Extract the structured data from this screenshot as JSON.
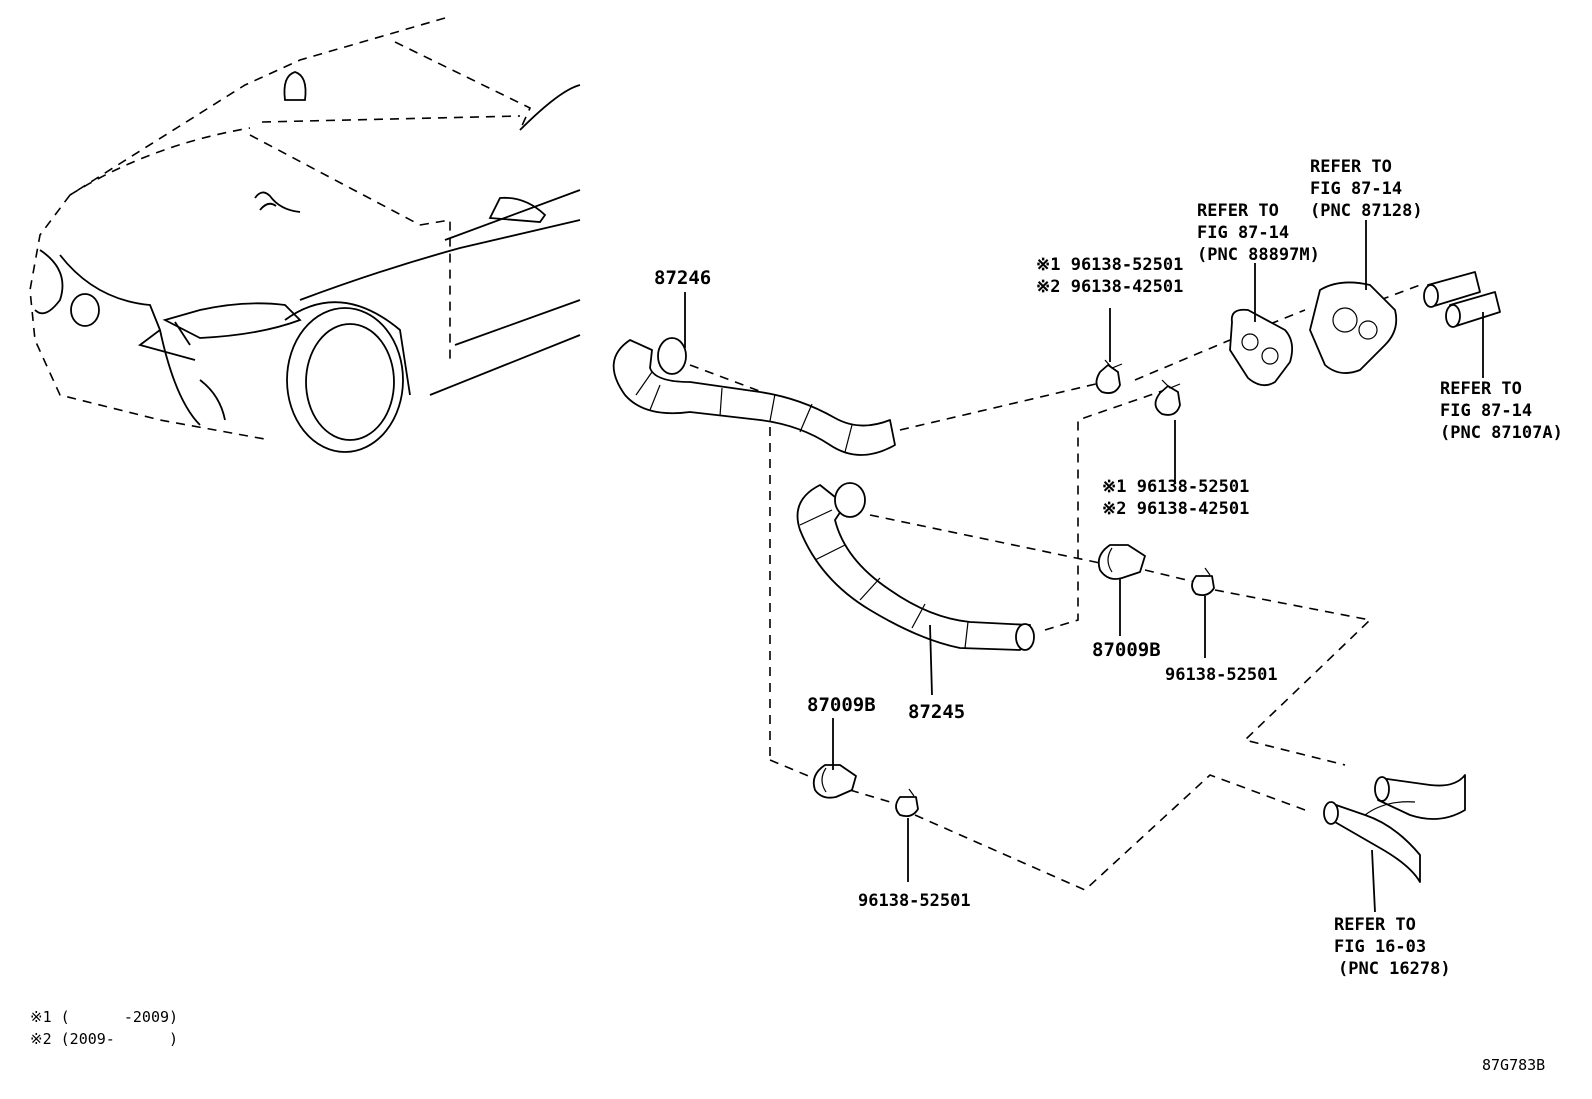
{
  "diagram_id": "87G783B",
  "part_labels": {
    "hose_upper": "87246",
    "hose_lower": "87245",
    "clamp_right": "87009B",
    "clamp_left": "87009B",
    "clip_bottom_left": "96138-52501",
    "clip_right": "96138-52501"
  },
  "clip_variant_labels": {
    "upper": {
      "line1": "※1 96138-52501",
      "line2": "※2 96138-42501"
    },
    "middle": {
      "line1": "※1 96138-52501",
      "line2": "※2 96138-42501"
    }
  },
  "references": {
    "pnc_87128": [
      "REFER TO",
      "FIG 87-14",
      "(PNC 87128)"
    ],
    "pnc_88897m": [
      "REFER TO",
      "FIG 87-14",
      "(PNC 88897M)"
    ],
    "pnc_87107a": [
      "REFER TO",
      "FIG 87-14",
      "(PNC 87107A)"
    ],
    "pnc_16278": [
      "REFER TO",
      "FIG 16-03",
      "(PNC 16278)"
    ]
  },
  "footnotes": {
    "note1": "※1 (      -2009)",
    "note2": "※2 (2009-      )"
  }
}
